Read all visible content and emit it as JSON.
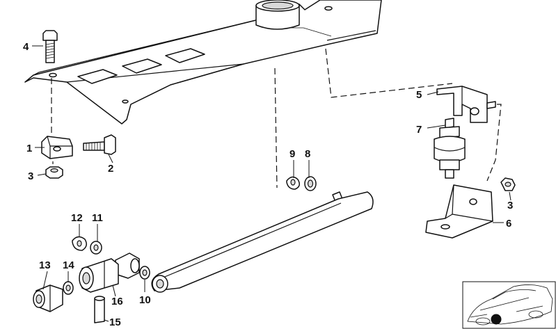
{
  "callouts": {
    "c1": "1",
    "c2": "2",
    "c3a": "3",
    "c3b": "3",
    "c4": "4",
    "c5": "5",
    "c6": "6",
    "c7": "7",
    "c8": "8",
    "c9": "9",
    "c10": "10",
    "c11": "11",
    "c12": "12",
    "c13": "13",
    "c14": "14",
    "c15": "15",
    "c16": "16"
  },
  "thumbnail": {
    "icon": "car-location-thumbnail",
    "marker_color": "#000000"
  },
  "colors": {
    "line": "#111111",
    "background": "#ffffff",
    "shade": "#d9d9d9"
  }
}
